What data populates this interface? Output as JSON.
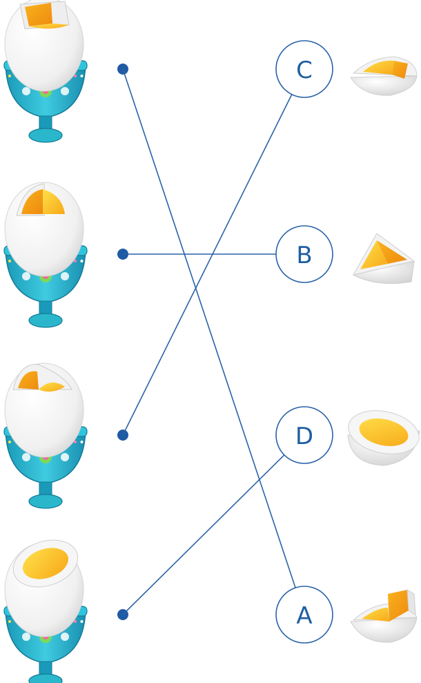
{
  "colors": {
    "line": "#2a62a8",
    "dot": "#1f5ba5",
    "circle_stroke": "#2a62a8",
    "letter": "#1f5fa0",
    "egg_white": "#f4f4f4",
    "yolk": "#ffd21e",
    "yolk_dark": "#f59a12",
    "cup": "#2ab7cc",
    "cup_dark": "#1a8fb0"
  },
  "eggs_left": [
    {
      "id": 1,
      "cut": "cube-wedge"
    },
    {
      "id": 2,
      "cut": "eighth-wedge"
    },
    {
      "id": 3,
      "cut": "side-wedge"
    },
    {
      "id": 4,
      "cut": "top-slice"
    }
  ],
  "pieces_right": [
    {
      "letter": "C",
      "cut": "small-wedge"
    },
    {
      "letter": "B",
      "cut": "eighth-piece"
    },
    {
      "letter": "D",
      "cut": "top-cap"
    },
    {
      "letter": "A",
      "cut": "cube-piece"
    }
  ],
  "connections": [
    {
      "from_egg": 1,
      "to_letter": "A"
    },
    {
      "from_egg": 2,
      "to_letter": "B"
    },
    {
      "from_egg": 3,
      "to_letter": "C"
    },
    {
      "from_egg": 4,
      "to_letter": "D"
    }
  ]
}
